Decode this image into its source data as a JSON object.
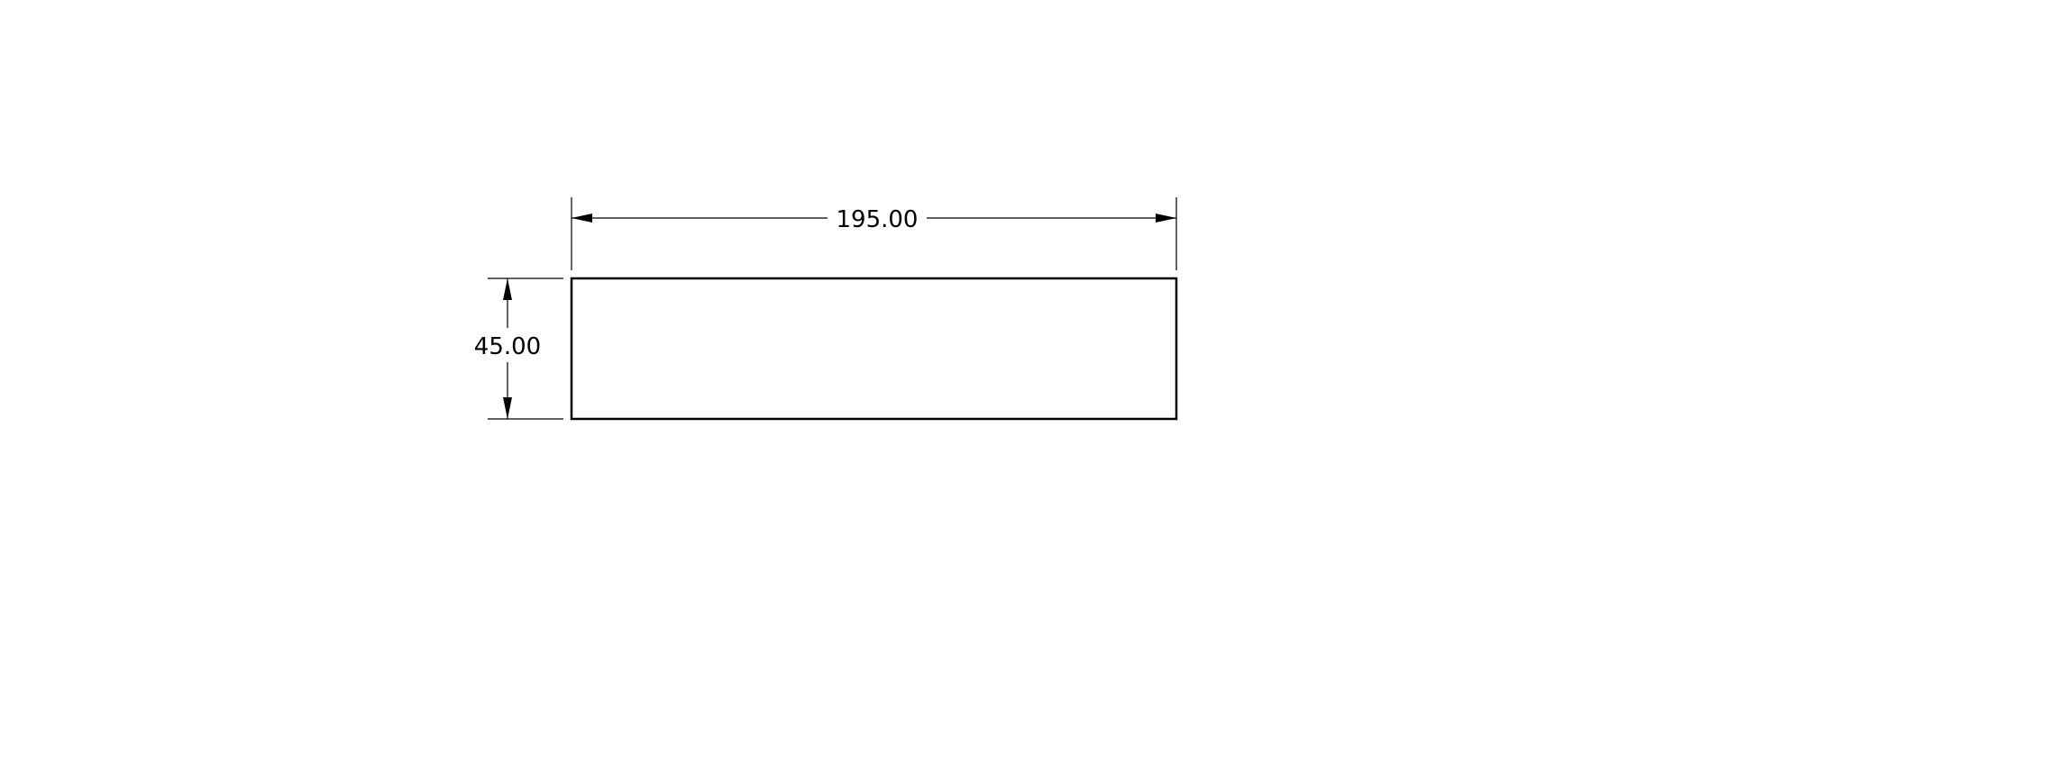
{
  "drawing": {
    "part_outline": {
      "shape": "rectangle",
      "width": 195.0,
      "height": 45.0
    },
    "dimensions": {
      "width_label": "195.00",
      "height_label": "45.00"
    },
    "line_color": "#000000",
    "background_color": "#ffffff"
  }
}
